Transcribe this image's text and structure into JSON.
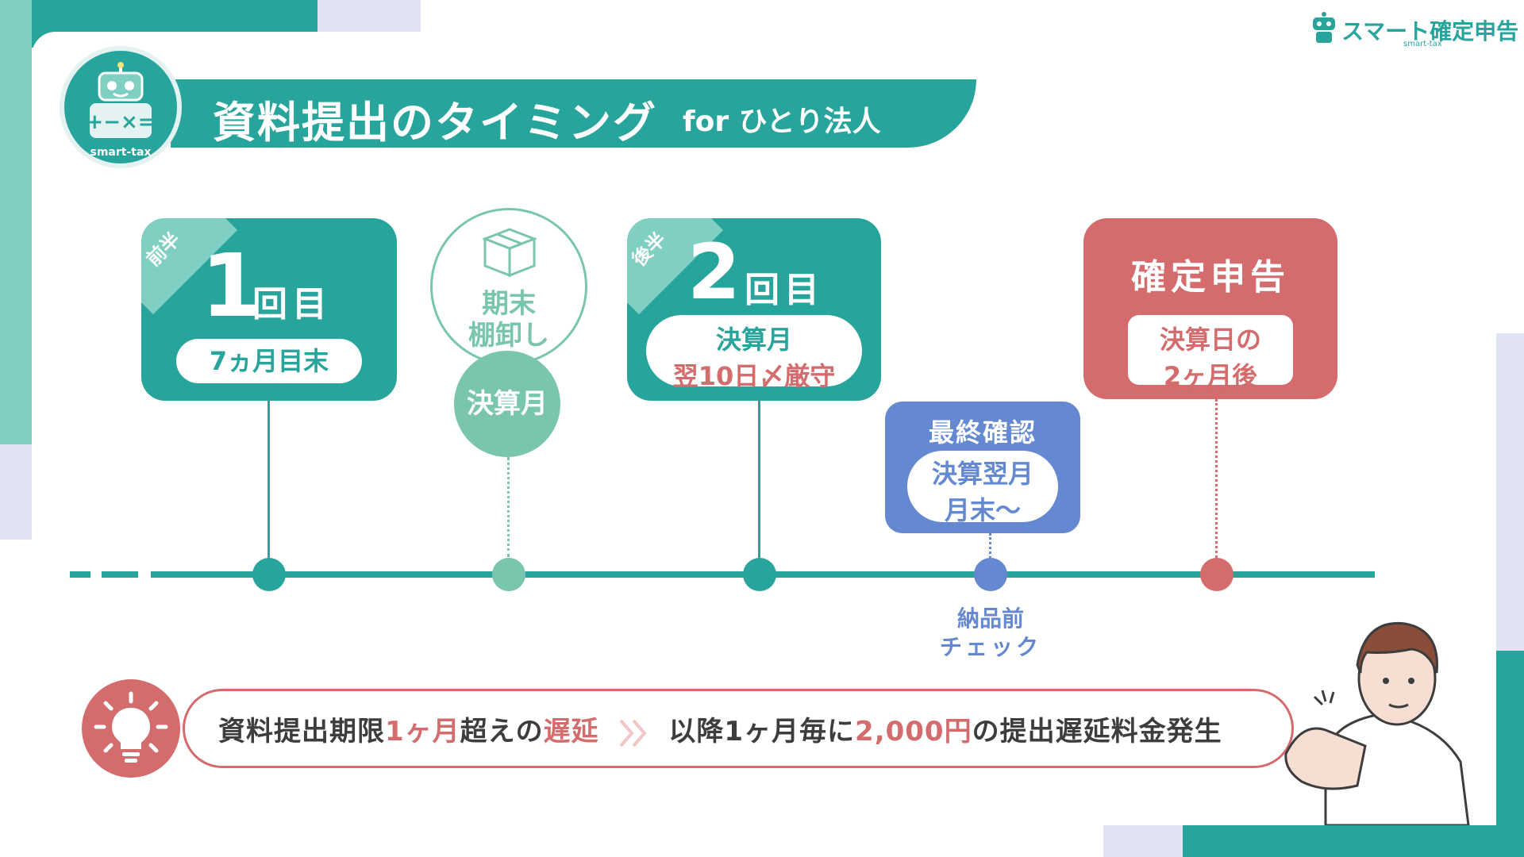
{
  "brand": {
    "name": "スマート確定申告",
    "sub": "smart-tax"
  },
  "logo": {
    "text": "smart-tax"
  },
  "header": {
    "title": "資料提出のタイミング",
    "subtitle": "for ひとり法人"
  },
  "step1": {
    "corner": "前半",
    "number": "1",
    "suffix": "回目",
    "pill": "7ヵ月目末"
  },
  "inventory": {
    "label_line1": "期末",
    "label_line2": "棚卸し",
    "circle": "決算月"
  },
  "step2": {
    "corner": "後半",
    "number": "2",
    "suffix": "回目",
    "pill_line1": "決算月",
    "pill_line2": "翌10日〆厳守"
  },
  "final_check": {
    "title": "最終確認",
    "pill_line1": "決算翌月",
    "pill_line2": "月末〜",
    "note_line1": "納品前",
    "note_line2": "チェック"
  },
  "filing": {
    "title": "確定申告",
    "pill_line1": "決算日の",
    "pill_line2": "2ヶ月後"
  },
  "notice": {
    "p1": "資料提出期限",
    "p2": "1ヶ月",
    "p3": "超えの",
    "p4": "遅延",
    "p5": "以降1ヶ月毎に",
    "p6": "2,000円",
    "p7": "の提出遅延料金発生"
  },
  "colors": {
    "teal": "#27a59c",
    "mint": "#7ac5ad",
    "blue": "#6489d1",
    "red": "#d46b6c"
  },
  "icons": [
    "box-icon",
    "lightbulb-icon",
    "robot-icon",
    "double-chevron-icon"
  ]
}
